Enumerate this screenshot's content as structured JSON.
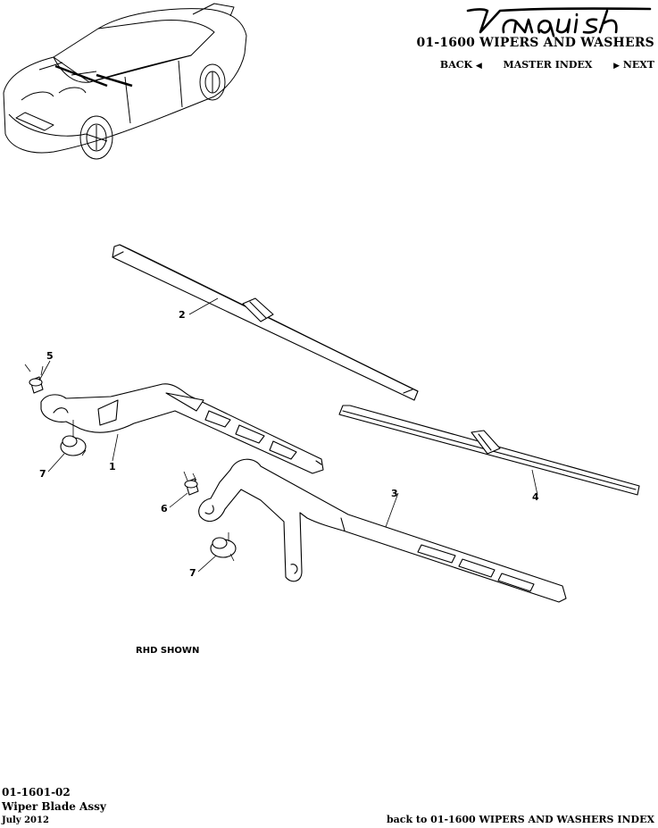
{
  "header": {
    "logo_text": "Vanquish",
    "section_title": "01-1600 WIPERS AND WASHERS",
    "nav": {
      "back_label": "BACK",
      "master_index_label": "MASTER INDEX",
      "next_label": "NEXT"
    }
  },
  "diagram": {
    "callouts": [
      "1",
      "2",
      "3",
      "4",
      "5",
      "6",
      "7",
      "7"
    ],
    "note": "RHD SHOWN"
  },
  "footer": {
    "code": "01-1601-02",
    "name": "Wiper Blade Assy",
    "date": "July 2012",
    "back_link": "back to 01-1600 WIPERS AND WASHERS INDEX"
  }
}
